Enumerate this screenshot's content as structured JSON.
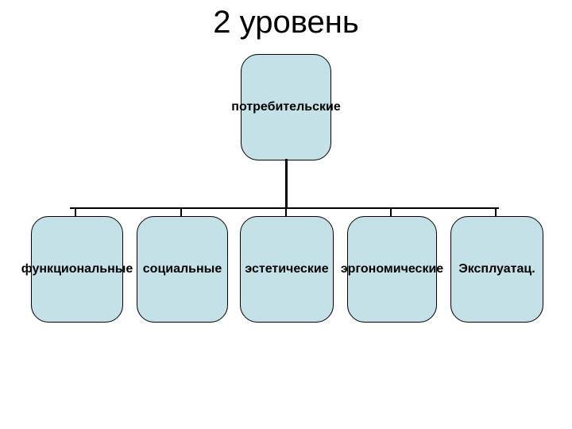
{
  "title": "2 уровень",
  "diagram": {
    "root": {
      "label": "потребительские"
    },
    "children": [
      {
        "label": "функциональные"
      },
      {
        "label": "социальные"
      },
      {
        "label": "эстетические"
      },
      {
        "label": "эргономические"
      },
      {
        "label": "Эксплуатац."
      }
    ],
    "colors": {
      "background": "#ffffff",
      "node_fill": "#c4e1e7",
      "node_border": "#000000",
      "connector": "#000000",
      "text": "#000000"
    }
  }
}
